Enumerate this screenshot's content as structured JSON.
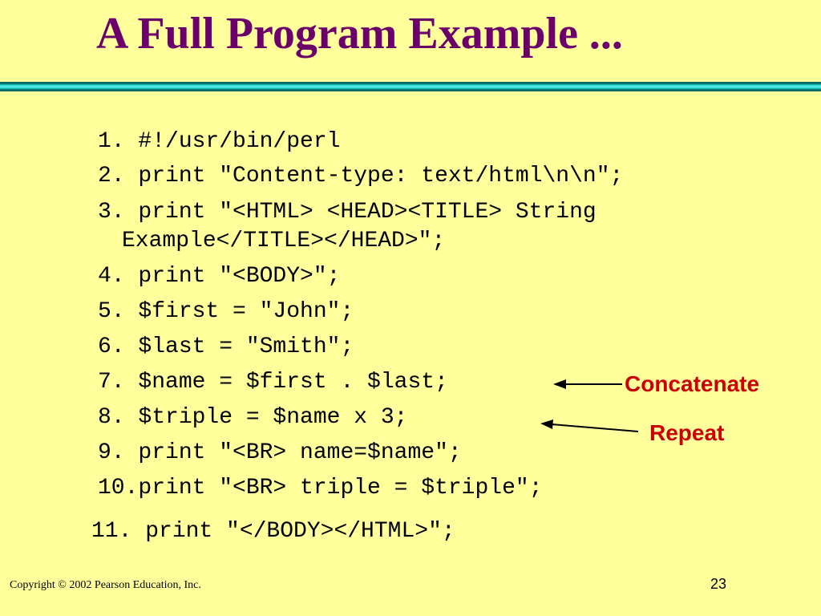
{
  "title": "A Full Program Example ...",
  "code_lines": [
    "1. #!/usr/bin/perl",
    "2. print \"Content-type: text/html\\n\\n\";",
    "3. print \"<HTML> <HEAD><TITLE> String",
    "Example</TITLE></HEAD>\";",
    "4. print \"<BODY>\";",
    "5. $first = \"John\";",
    "6. $last = \"Smith\";",
    "7. $name = $first . $last;",
    "8. $triple = $name x 3;",
    "9. print \"<BR> name=$name\";",
    "10.print \"<BR> triple = $triple\";",
    "11. print \"</BODY></HTML>\";"
  ],
  "annotations": {
    "concatenate": "Concatenate",
    "repeat": "Repeat"
  },
  "footer": {
    "copyright": "Copyright © 2002 Pearson Education, Inc.",
    "page_number": "23"
  },
  "colors": {
    "background": "#ffff9c",
    "title": "#6b006b",
    "annotation": "#cc0000",
    "rule_dark": "#0a6a6a",
    "rule_light": "#5ff0ea"
  }
}
